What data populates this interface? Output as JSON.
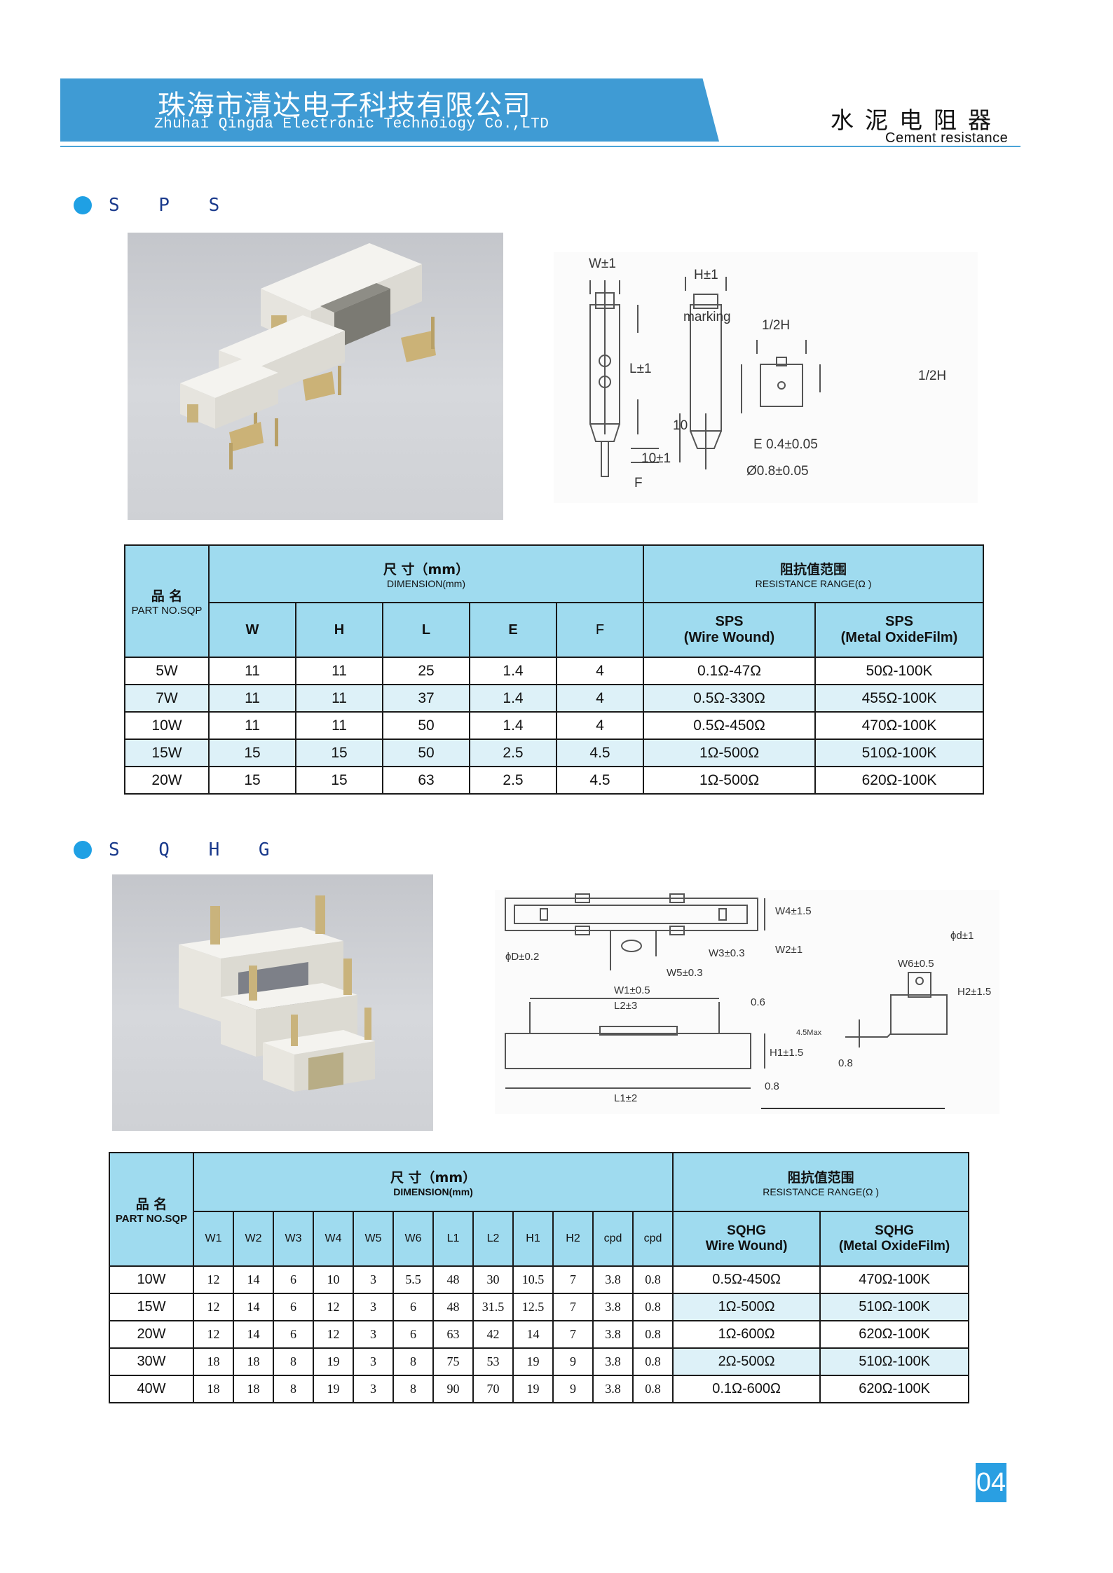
{
  "header": {
    "company_cn": "珠海市清达电子科技有限公司",
    "company_en": "Zhuhai Qingda Electronic Technoiogy Co.,LTD",
    "title_cn": "水泥电阻器",
    "title_en": "Cement resistance",
    "accent_color": "#3f9bd4"
  },
  "sps": {
    "section_title": "S P S",
    "drawing_labels": {
      "w": "W±1",
      "h": "H±1",
      "marking": "marking",
      "l": "L±1",
      "half_h_top": "1/2H",
      "half_h_right": "1/2H",
      "ten": "10",
      "ten_tol": "10±1",
      "e": "E 0.4±0.05",
      "dia": "Ø0.8±0.05",
      "f": "F"
    },
    "table": {
      "part_cn": "品 名",
      "part_en": "PART NO.SQP",
      "dim_cn": "尺 寸（mm）",
      "dim_en": "DIMENSION(mm)",
      "res_cn": "阻抗值范围",
      "res_en": "RESISTANCE RANGE(Ω )",
      "cols": [
        "W",
        "H",
        "L",
        "E",
        "F"
      ],
      "ww_l1": "SPS",
      "ww_l2": "(Wire Wound)",
      "mo_l1": "SPS",
      "mo_l2": "(Metal OxideFilm)",
      "rows": [
        {
          "part": "5W",
          "dims": [
            "11",
            "11",
            "25",
            "1.4",
            "4"
          ],
          "ww": "0.1Ω-47Ω",
          "mo": "50Ω-100K"
        },
        {
          "part": "7W",
          "dims": [
            "11",
            "11",
            "37",
            "1.4",
            "4"
          ],
          "ww": "0.5Ω-330Ω",
          "mo": "455Ω-100K"
        },
        {
          "part": "10W",
          "dims": [
            "11",
            "11",
            "50",
            "1.4",
            "4"
          ],
          "ww": "0.5Ω-450Ω",
          "mo": "470Ω-100K"
        },
        {
          "part": "15W",
          "dims": [
            "15",
            "15",
            "50",
            "2.5",
            "4.5"
          ],
          "ww": "1Ω-500Ω",
          "mo": "510Ω-100K"
        },
        {
          "part": "20W",
          "dims": [
            "15",
            "15",
            "63",
            "2.5",
            "4.5"
          ],
          "ww": "1Ω-500Ω",
          "mo": "620Ω-100K"
        }
      ]
    }
  },
  "sqhg": {
    "section_title": "S Q H G",
    "drawing_labels": {
      "w4": "W4±1.5",
      "w2": "W2±1",
      "w3": "W3±0.3",
      "d": "ϕD±0.2",
      "w5": "W5±0.3",
      "w1": "W1±0.5",
      "l2": "L2±3",
      "p06": "0.6",
      "d1": "ϕd±1",
      "w6": "W6±0.5",
      "h2": "H2±1.5",
      "max": "4.5Max",
      "h1": "H1±1.5",
      "p08a": "0.8",
      "p08b": "0.8",
      "l1": "L1±2"
    },
    "table": {
      "part_cn": "品 名",
      "part_en": "PART NO.SQP",
      "dim_cn": "尺 寸（mm）",
      "dim_en": "DIMENSION(mm)",
      "res_cn": "阻抗值范围",
      "res_en": "RESISTANCE RANGE(Ω )",
      "cols": [
        "W1",
        "W2",
        "W3",
        "W4",
        "W5",
        "W6",
        "L1",
        "L2",
        "H1",
        "H2",
        "cpd",
        "cpd"
      ],
      "ww_l1": "SQHG",
      "ww_l2": "Wire Wound)",
      "mo_l1": "SQHG",
      "mo_l2": "(Metal OxideFilm)",
      "rows": [
        {
          "part": "10W",
          "dims": [
            "12",
            "14",
            "6",
            "10",
            "3",
            "5.5",
            "48",
            "30",
            "10.5",
            "7",
            "3.8",
            "0.8"
          ],
          "ww": "0.5Ω-450Ω",
          "mo": "470Ω-100K"
        },
        {
          "part": "15W",
          "dims": [
            "12",
            "14",
            "6",
            "12",
            "3",
            "6",
            "48",
            "31.5",
            "12.5",
            "7",
            "3.8",
            "0.8"
          ],
          "ww": "1Ω-500Ω",
          "mo": "510Ω-100K"
        },
        {
          "part": "20W",
          "dims": [
            "12",
            "14",
            "6",
            "12",
            "3",
            "6",
            "63",
            "42",
            "14",
            "7",
            "3.8",
            "0.8"
          ],
          "ww": "1Ω-600Ω",
          "mo": "620Ω-100K"
        },
        {
          "part": "30W",
          "dims": [
            "18",
            "18",
            "8",
            "19",
            "3",
            "8",
            "75",
            "53",
            "19",
            "9",
            "3.8",
            "0.8"
          ],
          "ww": "2Ω-500Ω",
          "mo": "510Ω-100K"
        },
        {
          "part": "40W",
          "dims": [
            "18",
            "18",
            "8",
            "19",
            "3",
            "8",
            "90",
            "70",
            "19",
            "9",
            "3.8",
            "0.8"
          ],
          "ww": "0.1Ω-600Ω",
          "mo": "620Ω-100K"
        }
      ]
    }
  },
  "page_number": "04"
}
